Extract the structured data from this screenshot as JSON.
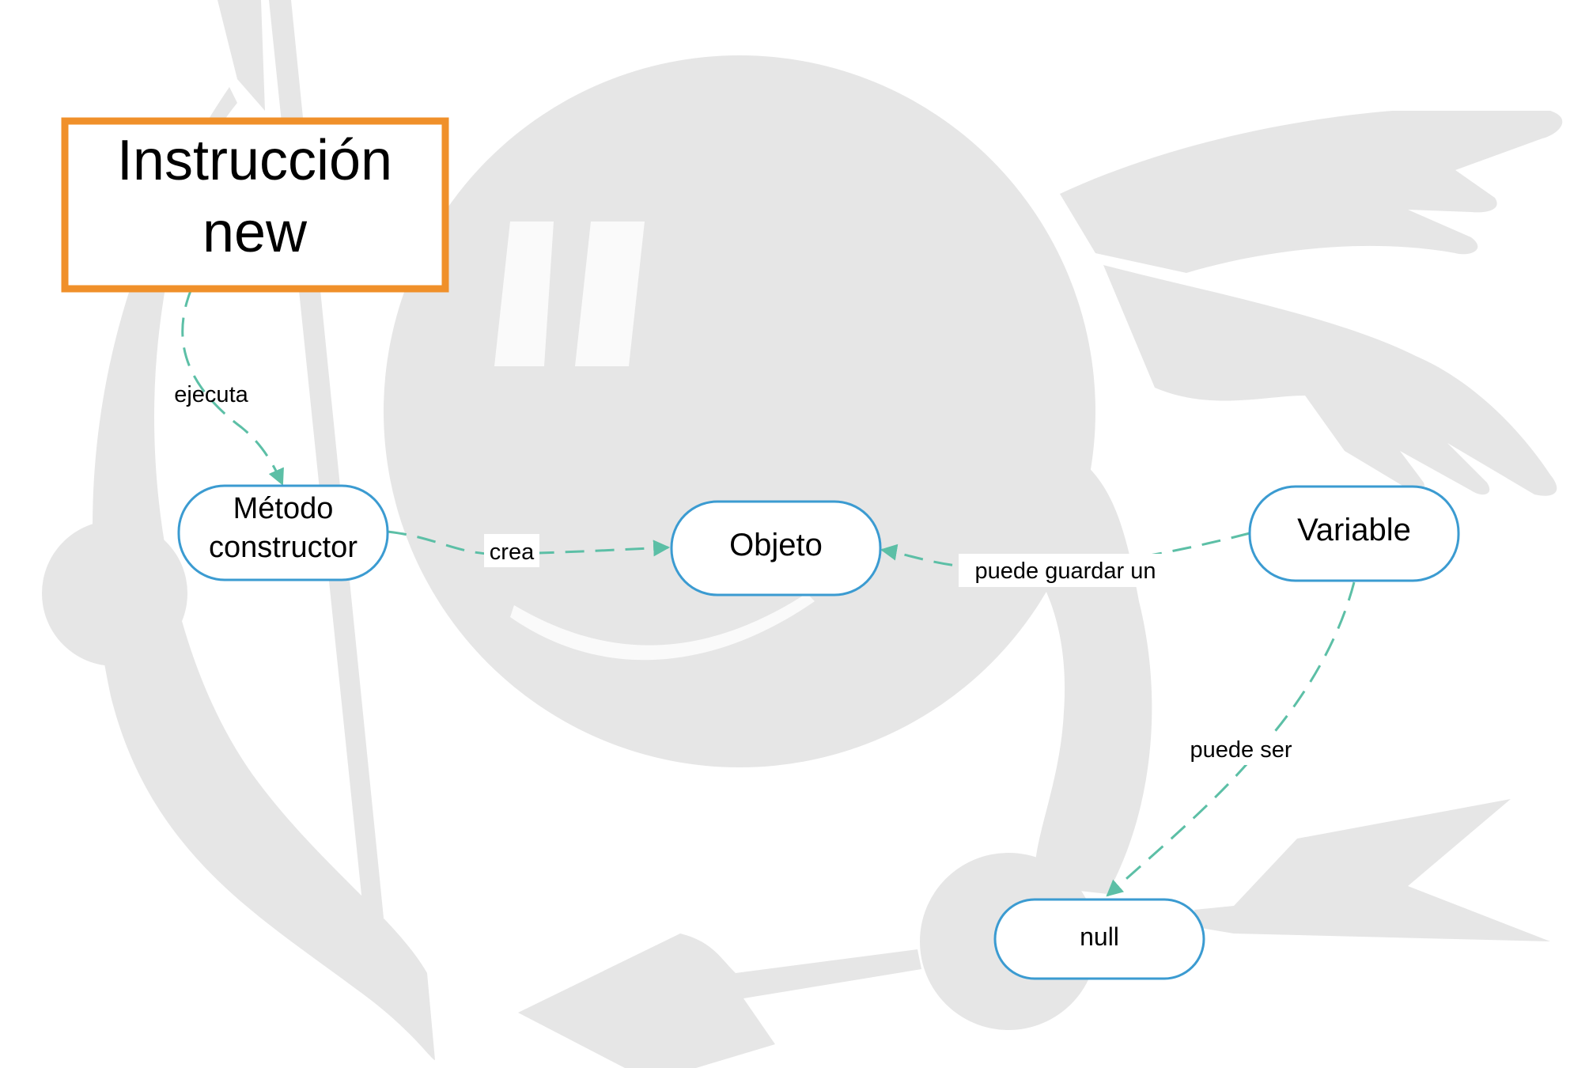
{
  "diagram": {
    "nodes": {
      "instruccion": {
        "line1": "Instrucción",
        "line2": "new"
      },
      "metodo": {
        "line1": "Método",
        "line2": "constructor"
      },
      "objeto": {
        "label": "Objeto"
      },
      "variable": {
        "label": "Variable"
      },
      "null": {
        "label": "null"
      }
    },
    "edges": {
      "ejecuta": "ejecuta",
      "crea": "crea",
      "puede_guardar": "puede guardar un",
      "puede_ser": "puede ser"
    }
  },
  "colors": {
    "edge": "#5cbfa6",
    "node_border": "#3b9bd1",
    "focus_border": "#f0902a",
    "watermark": "#e5e5e5"
  }
}
